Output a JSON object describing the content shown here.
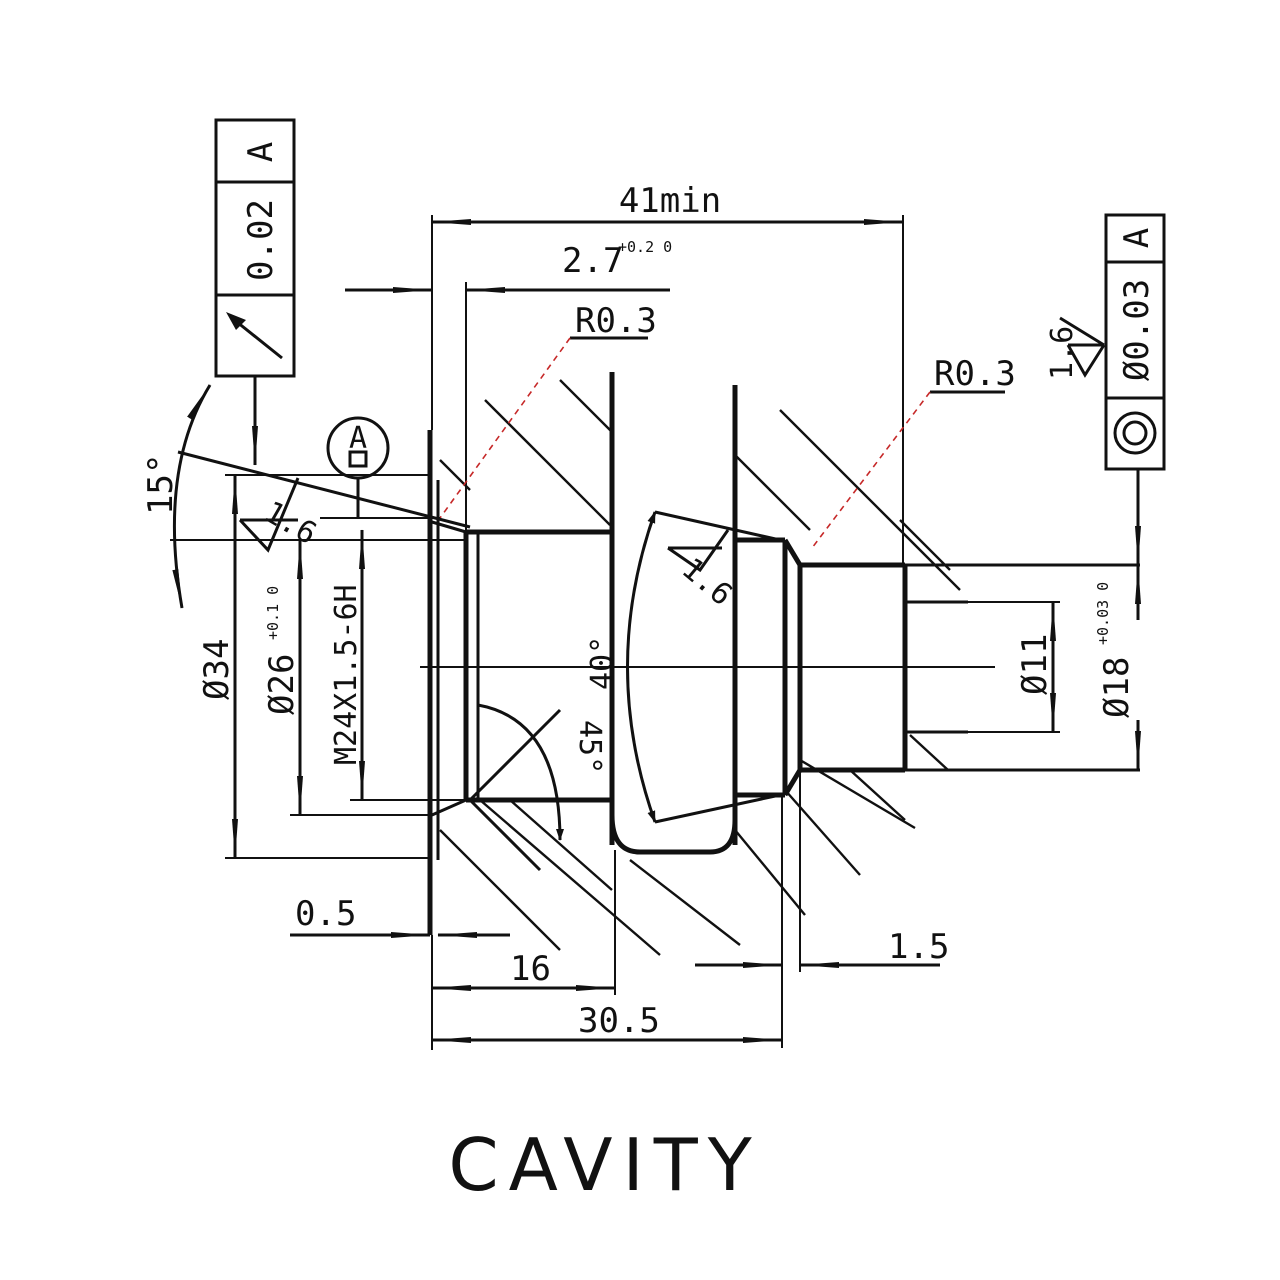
{
  "title": "CAVITY",
  "colors": {
    "line": "#111111",
    "leader": "#c62828",
    "background": "#ffffff"
  },
  "feature_frames": {
    "runout": {
      "symbol": "circular-runout-arrow",
      "tolerance": "0.02",
      "datum": "A"
    },
    "concentricity": {
      "symbol": "concentricity-circle",
      "tolerance": "Ø0.03",
      "datum": "A"
    }
  },
  "datum_symbol": {
    "label": "A"
  },
  "dimensions": {
    "length_total": "41min",
    "step_depth": "2.7",
    "step_depth_tol": "+0.2 0",
    "radius_left": "R0.3",
    "radius_right": "R0.3",
    "angle_top": "15°",
    "dia_34": "Ø34",
    "dia_26": "Ø26",
    "dia_26_tol": "+0.1 0",
    "thread": "M24X1.5-6H",
    "angle_40": "40°",
    "angle_45": "45°",
    "dia_11": "Ø11",
    "dia_18": "Ø18",
    "dia_18_tol": "+0.03 0",
    "len_0_5": "0.5",
    "len_16": "16",
    "len_30_5": "30.5",
    "len_1_5": "1.5"
  },
  "surface_finish": {
    "left": "1.6",
    "middle": "1.6",
    "right": "1.6"
  }
}
